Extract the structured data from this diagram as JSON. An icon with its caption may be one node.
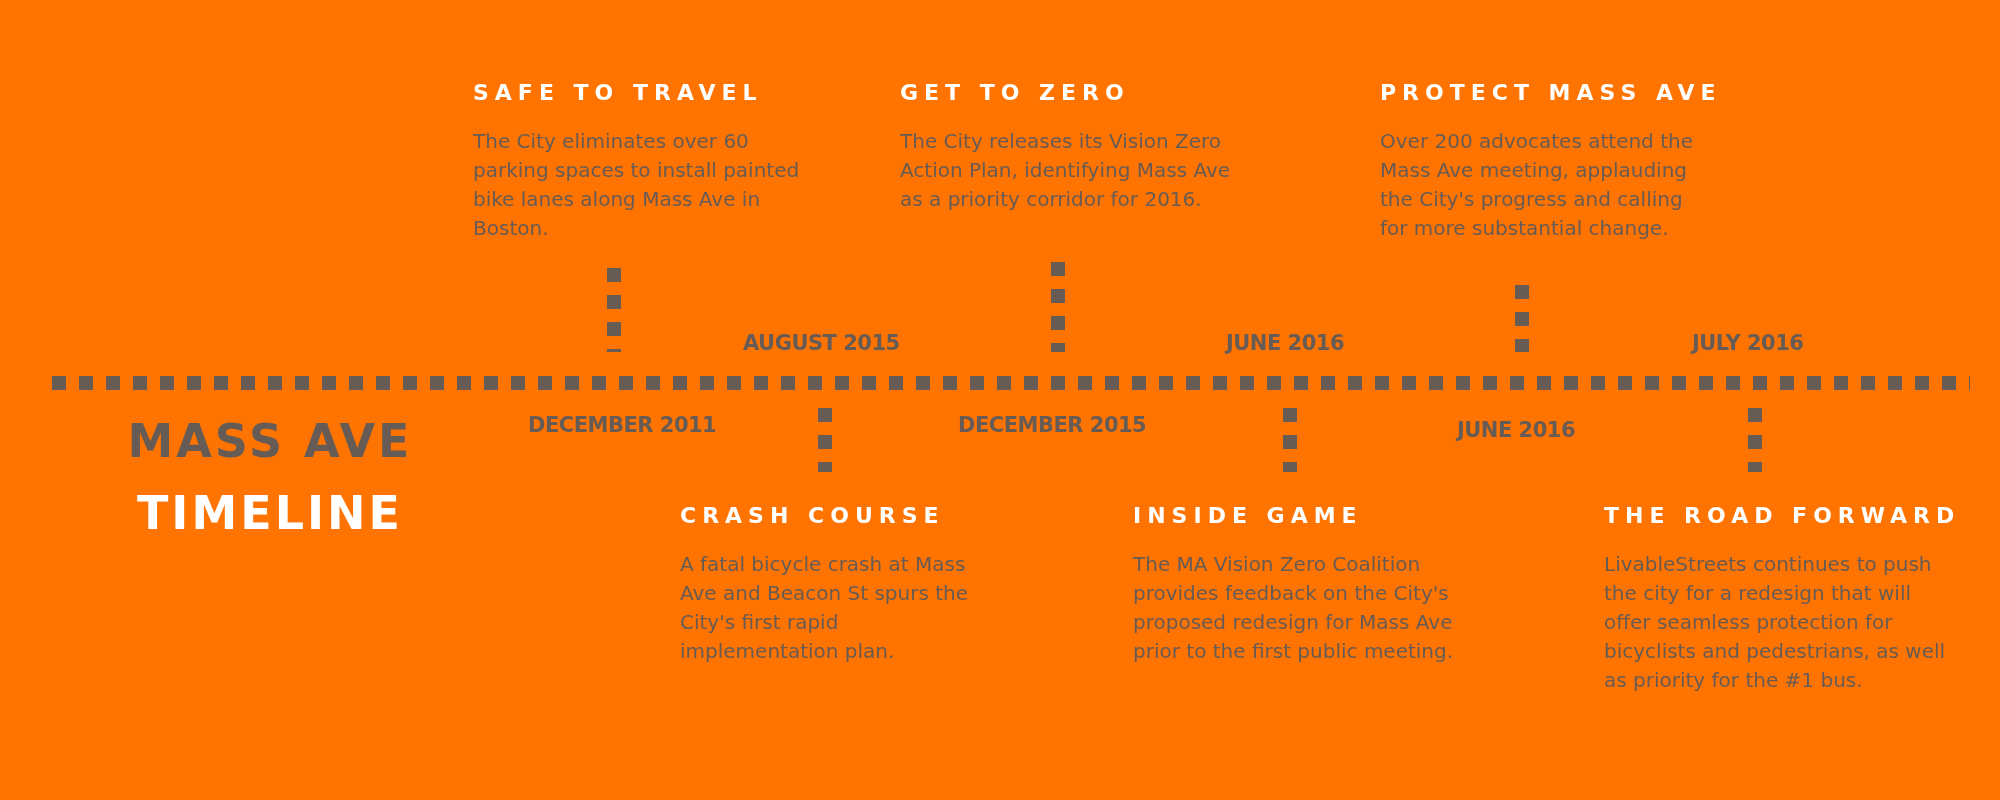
{
  "diagram": {
    "title": "MASS AVE TIMELINE",
    "nodes": [
      {
        "text": [
          "SAFE TO TRAVEL",
          "The City eliminates over 60 parking spaces to install painted bike lanes along Mass Ave in Boston."
        ]
      },
      {
        "text": [
          "CRASH COURSE",
          "A fatal bicycle crash at Mass Ave and Beacon St spurs the City's first rapid implementation plan."
        ]
      },
      {
        "text": [
          "GET TO ZERO",
          "The City releases its Vision Zero Action Plan, identifying Mass Ave as a priority corridor for 2016."
        ]
      },
      {
        "text": [
          "INSIDE GAME",
          "The MA Vision Zero Coalition provides feedback on the City's proposed redesign for Mass Ave prior to the first public meeting."
        ]
      },
      {
        "text": [
          "PROTECT MASS AVE",
          "Over 200 advocates attend the Mass Ave meeting, applauding the City's progress and calling for more substantial change."
        ]
      },
      {
        "text": [
          "THE ROAD FORWARD",
          "LivableStreets continues to push the city for a redesign that will offer seamless protection for bicyclists and pedestrians, as well as priority for the #1 bus."
        ]
      }
    ],
    "labels": [
      "DECEMBER 2011",
      "AUGUST 2015",
      "DECEMBER 2015",
      "JUNE 2016",
      "JUNE 2016",
      "JULY 2016"
    ]
  }
}
